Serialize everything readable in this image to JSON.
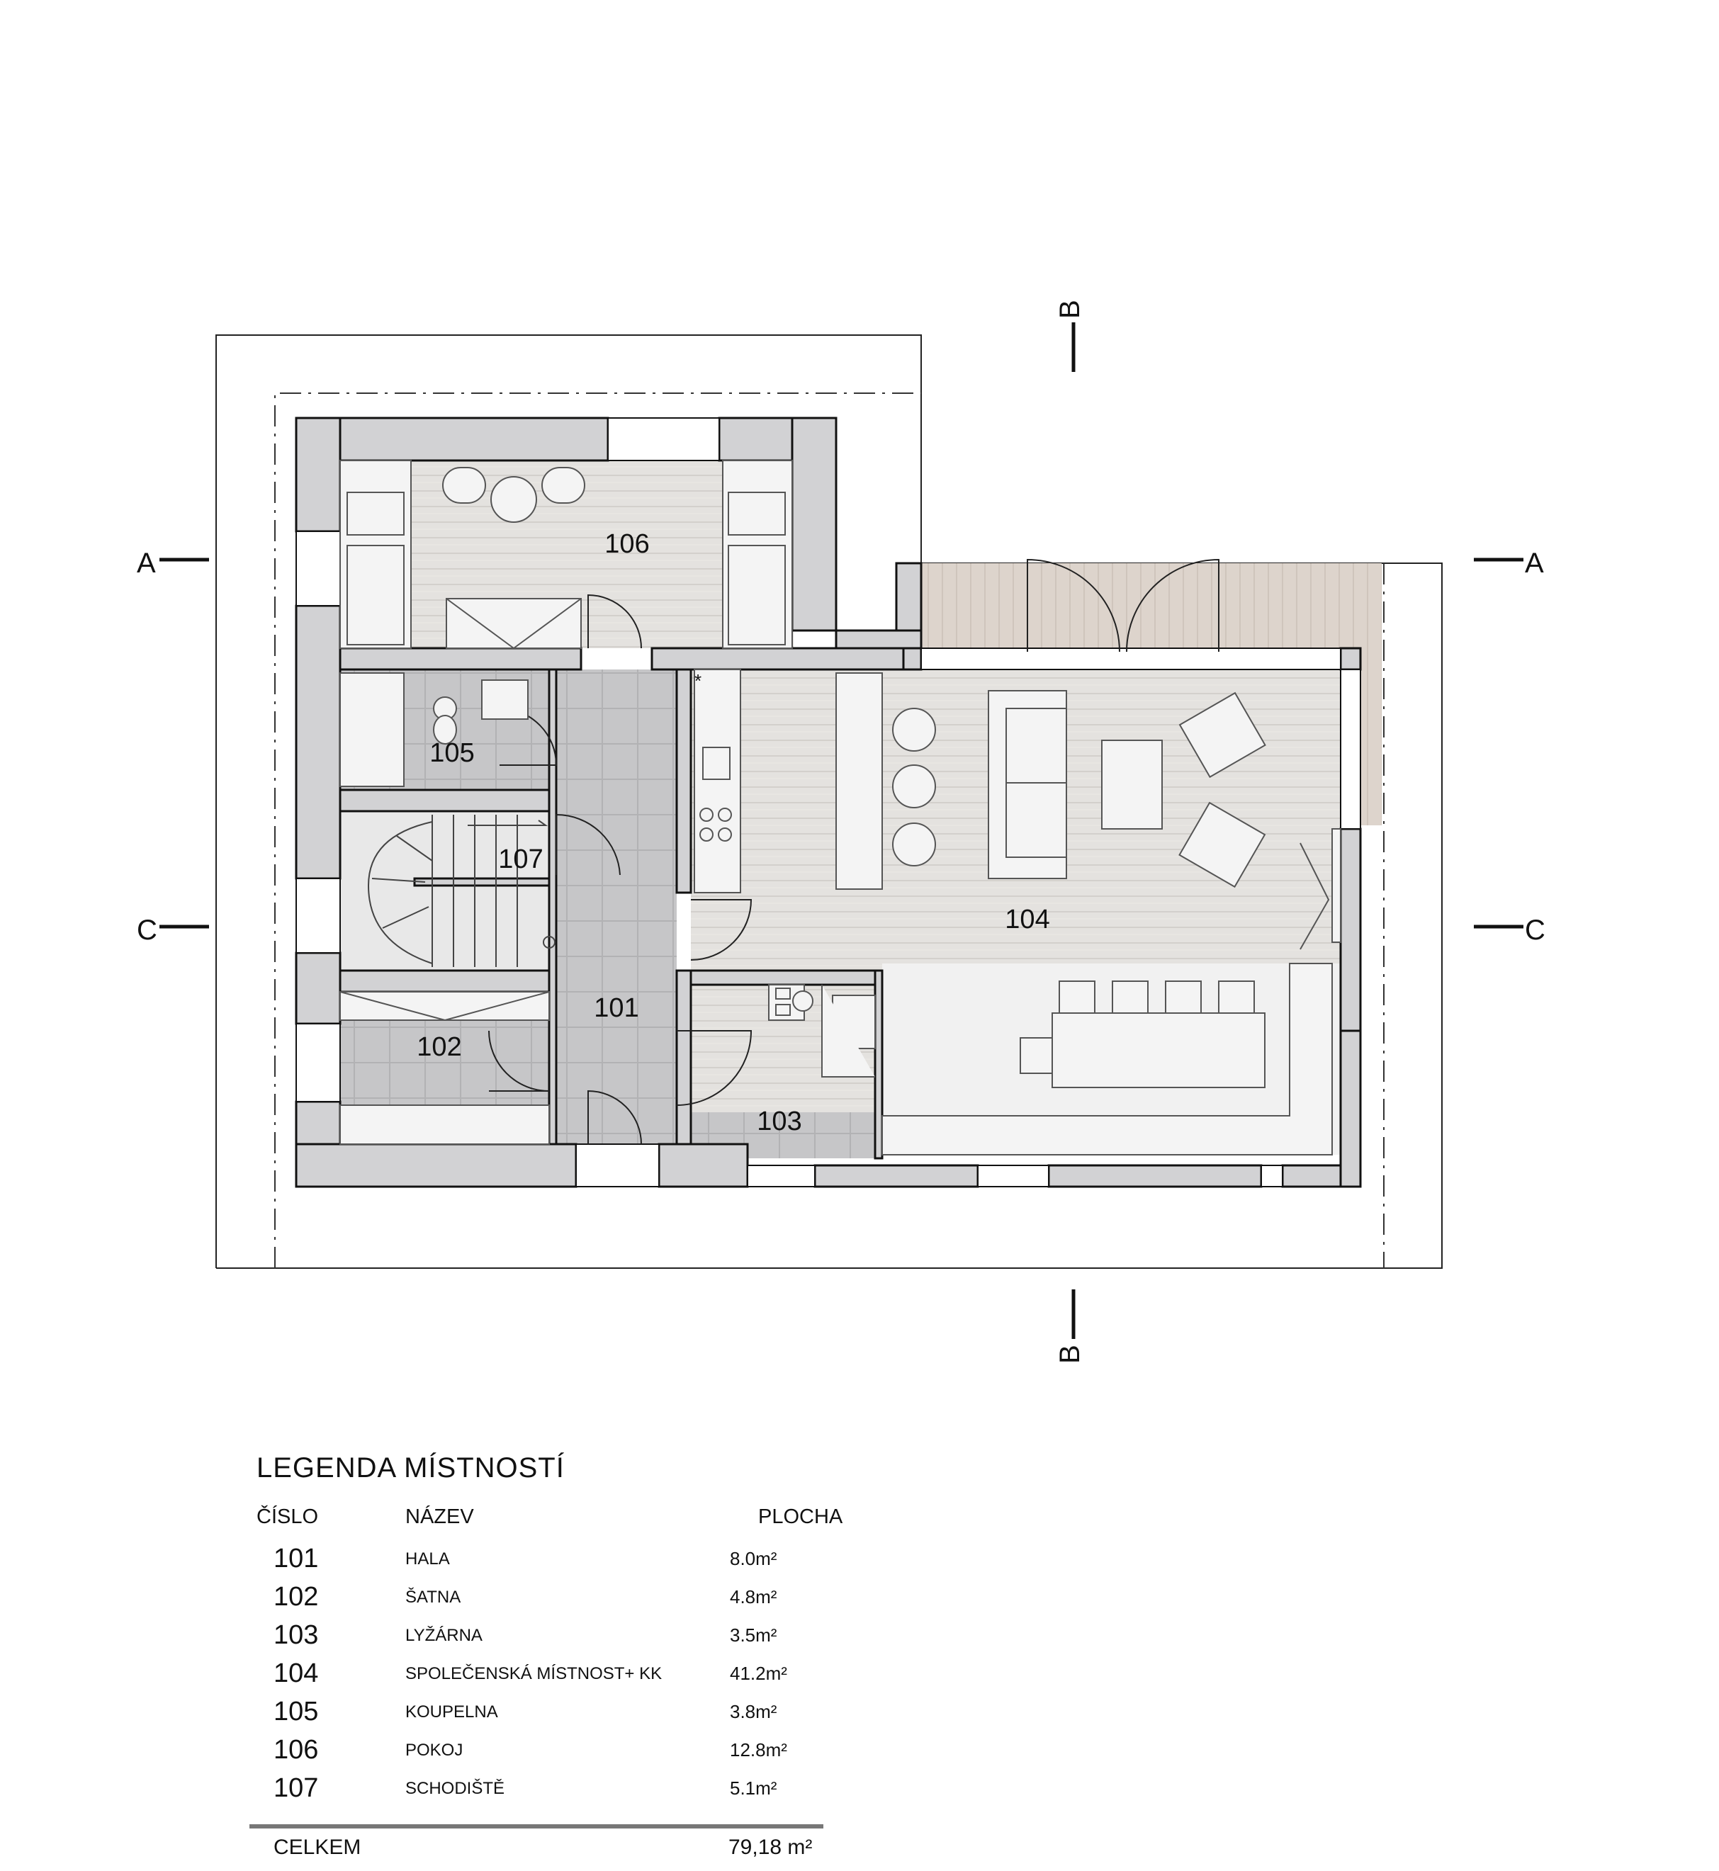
{
  "sections": [
    {
      "label": "A",
      "orient": "h"
    },
    {
      "label": "A",
      "orient": "h"
    },
    {
      "label": "C",
      "orient": "h"
    },
    {
      "label": "C",
      "orient": "h"
    },
    {
      "label": "B",
      "orient": "v"
    },
    {
      "label": "B",
      "orient": "v"
    }
  ],
  "rooms": [
    {
      "id": "101",
      "label": "101"
    },
    {
      "id": "102",
      "label": "102"
    },
    {
      "id": "103",
      "label": "103"
    },
    {
      "id": "104",
      "label": "104"
    },
    {
      "id": "105",
      "label": "105"
    },
    {
      "id": "106",
      "label": "106"
    },
    {
      "id": "107",
      "label": "107"
    }
  ],
  "kitchen_mark": "*",
  "colors": {
    "wall": "#d2d2d4",
    "wall_stroke": "#111111",
    "floor_wood": "#e4e2df",
    "floor_tile": "#c9c9cb",
    "terrace": "#ddd4cc",
    "furniture": "#f4f4f4"
  },
  "legend": {
    "title": "LEGENDA MÍSTNOSTÍ",
    "headers": {
      "number": "ČÍSLO",
      "name": "NÁZEV",
      "area": "PLOCHA"
    },
    "rows": [
      {
        "number": "101",
        "name": "HALA",
        "area": "8.0m²"
      },
      {
        "number": "102",
        "name": "ŠATNA",
        "area": "4.8m²"
      },
      {
        "number": "103",
        "name": "LYŽÁRNA",
        "area": "3.5m²"
      },
      {
        "number": "104",
        "name": "SPOLEČENSKÁ MÍSTNOST+ KK",
        "area": "41.2m²"
      },
      {
        "number": "105",
        "name": "KOUPELNA",
        "area": "3.8m²"
      },
      {
        "number": "106",
        "name": "POKOJ",
        "area": "12.8m²"
      },
      {
        "number": "107",
        "name": "SCHODIŠTĚ",
        "area": "5.1m²"
      }
    ],
    "total_label": "CELKEM",
    "total_area": "79,18 m²"
  }
}
